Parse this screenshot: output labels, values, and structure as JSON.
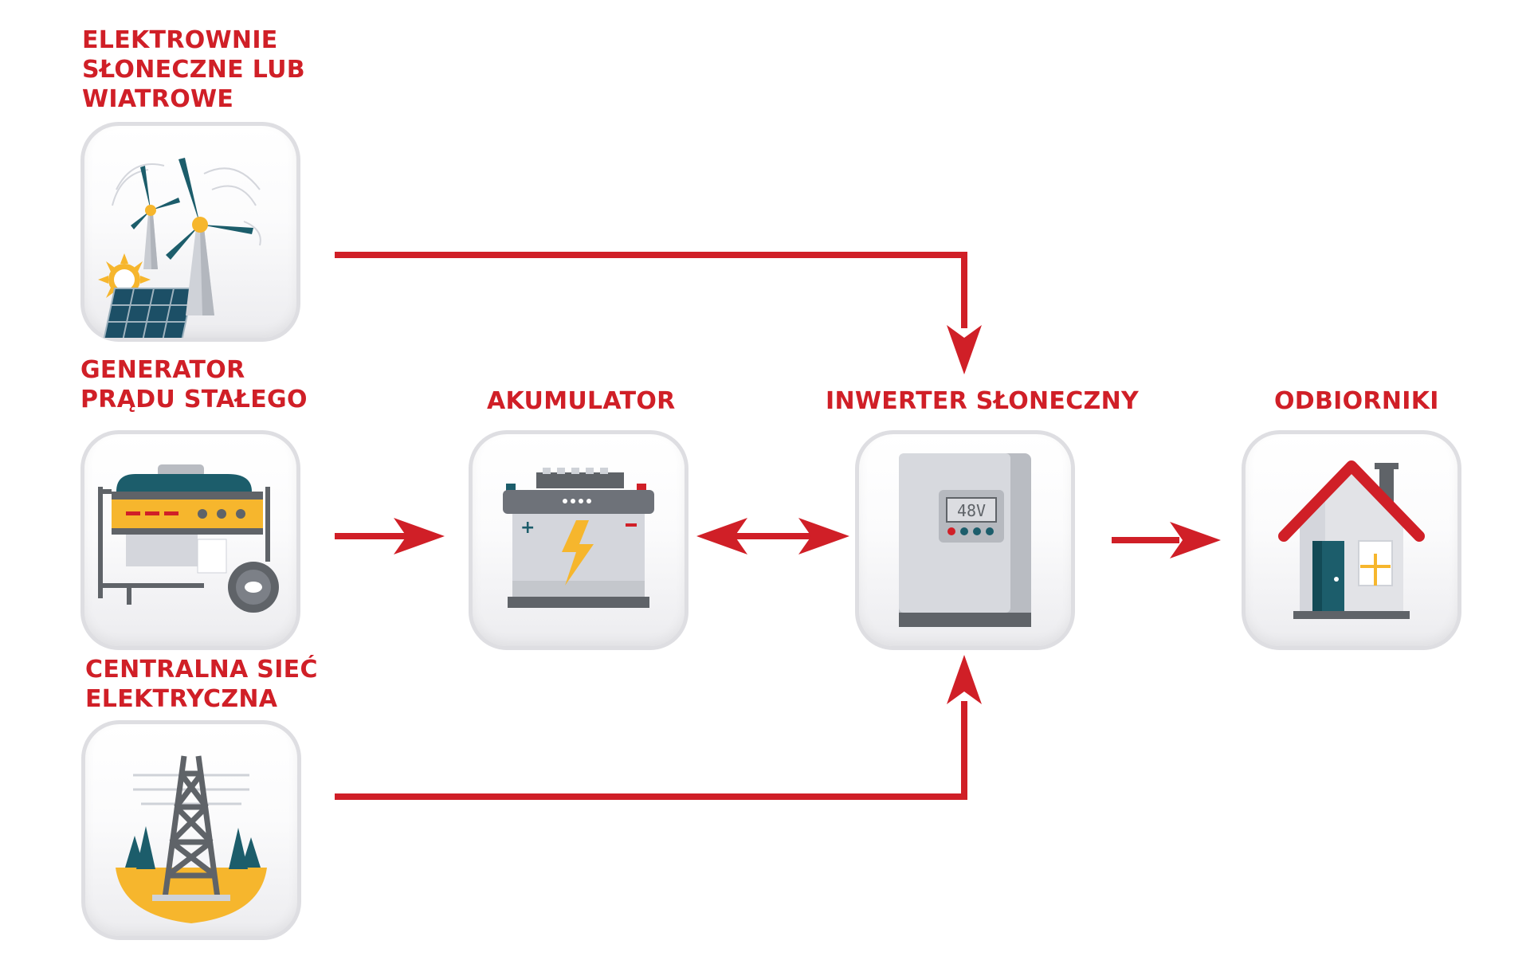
{
  "sources": {
    "renewables": {
      "lines": [
        "ELEKTROWNIE",
        "SŁONECZNE LUB",
        "WIATROWE"
      ]
    },
    "generator": {
      "lines": [
        "GENERATOR",
        "PRĄDU STAŁEGO"
      ]
    },
    "grid": {
      "lines": [
        "CENTRALNA SIEĆ",
        "ELEKTRYCZNA"
      ]
    }
  },
  "nodes": {
    "battery": {
      "label": "AKUMULATOR"
    },
    "inverter": {
      "label": "INWERTER SŁONECZNY",
      "display": "48V"
    },
    "loads": {
      "label": "ODBIORNIKI"
    }
  },
  "colors": {
    "accent": "#d01f27",
    "tile_border": "#dedee2",
    "teal": "#1c5d6b",
    "yellow": "#f6b62d",
    "gray": "#5f6368"
  }
}
